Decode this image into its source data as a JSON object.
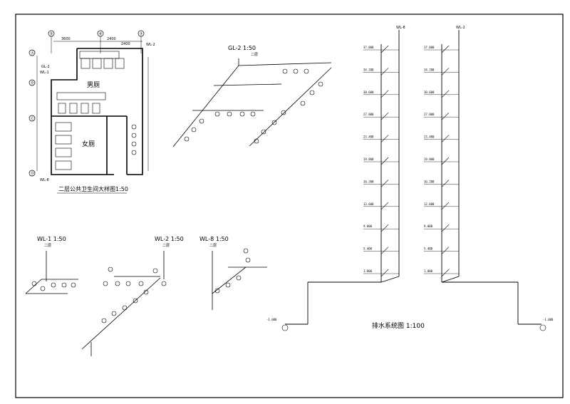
{
  "plan": {
    "title": "二层公共卫生间大样图1:50",
    "room_men": "男厕",
    "room_women": "女厕",
    "pipe_labels": [
      "GL-2",
      "WL-1",
      "WL-2",
      "WL-8"
    ],
    "grid_top": [
      "⑤",
      "⑥",
      "⑦"
    ],
    "grid_left": [
      "Ⓐ",
      "Ⓑ",
      "Ⓒ",
      "Ⓓ"
    ],
    "dims_top": [
      "3600",
      "2400",
      "2400"
    ]
  },
  "iso_gl2": {
    "title": "GL-2  1:50",
    "sub": "二层"
  },
  "iso_wl1": {
    "title": "WL-1  1:50",
    "sub": "二层"
  },
  "iso_wl2": {
    "title": "WL-2  1:50",
    "sub": "二层"
  },
  "iso_wl8": {
    "title": "WL-8  1:50",
    "sub": "二层"
  },
  "riser": {
    "title": "排水系统图 1:100",
    "left_tag": "WL-8",
    "right_tag": "WL-2",
    "elevations": [
      "37.800",
      "34.200",
      "30.600",
      "27.000",
      "23.400",
      "19.800",
      "16.200",
      "12.600",
      "9.000",
      "5.400",
      "1.800"
    ],
    "base_label": "-1.000"
  }
}
